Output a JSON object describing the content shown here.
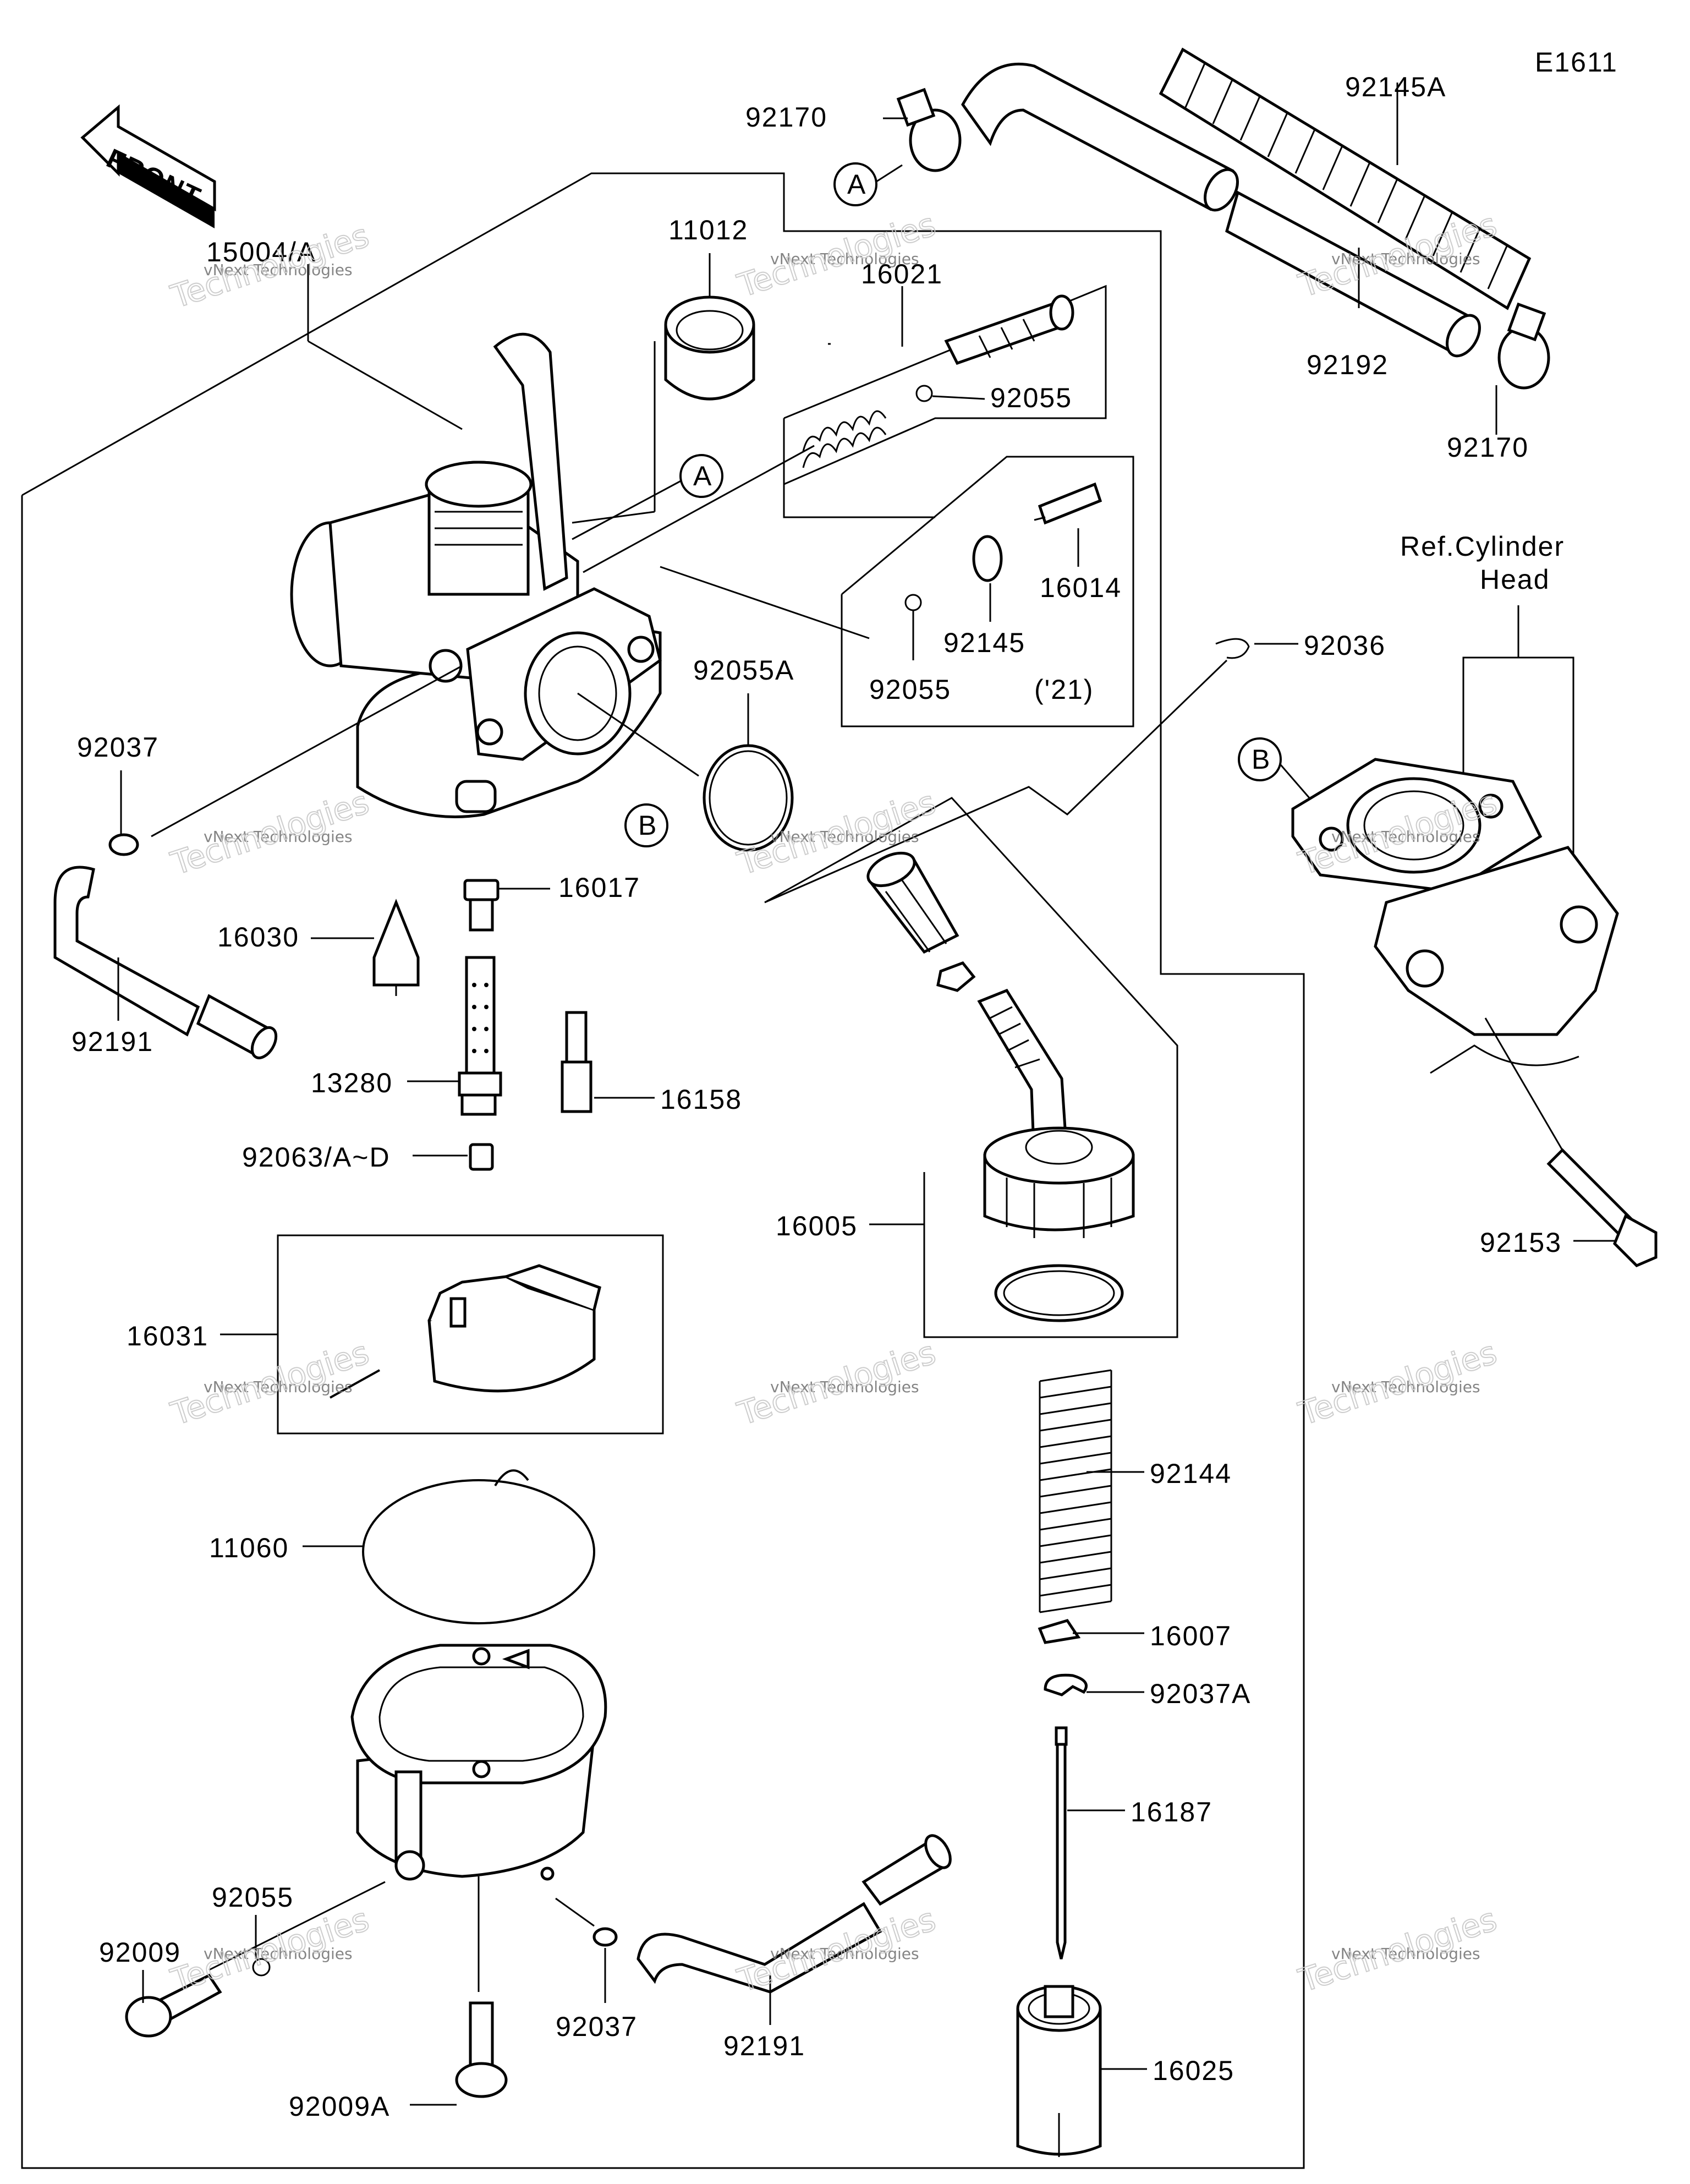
{
  "diagram": {
    "code": "E1611",
    "front_label": "FRONT",
    "ref_label_line1": "Ref.Cylinder",
    "ref_label_line2": "Head",
    "year_note": "('21)",
    "ref_marker_a": "A",
    "ref_marker_b": "B",
    "watermark_line1": "vNext Technologies",
    "watermark_line2": "Technologies",
    "watermark_line0": "vNext"
  },
  "parts": [
    "15004/A",
    "11012",
    "16021",
    "92055",
    "92170",
    "92145A",
    "92192",
    "92170",
    "16014",
    "92145",
    "92055",
    "92036",
    "92055A",
    "92037",
    "16017",
    "16030",
    "92191",
    "13280",
    "16158",
    "92063/A~D",
    "16005",
    "92153",
    "16031",
    "92144",
    "11060",
    "16007",
    "92037A",
    "16187",
    "92055",
    "92009",
    "92037",
    "92191",
    "16025",
    "92009A"
  ]
}
